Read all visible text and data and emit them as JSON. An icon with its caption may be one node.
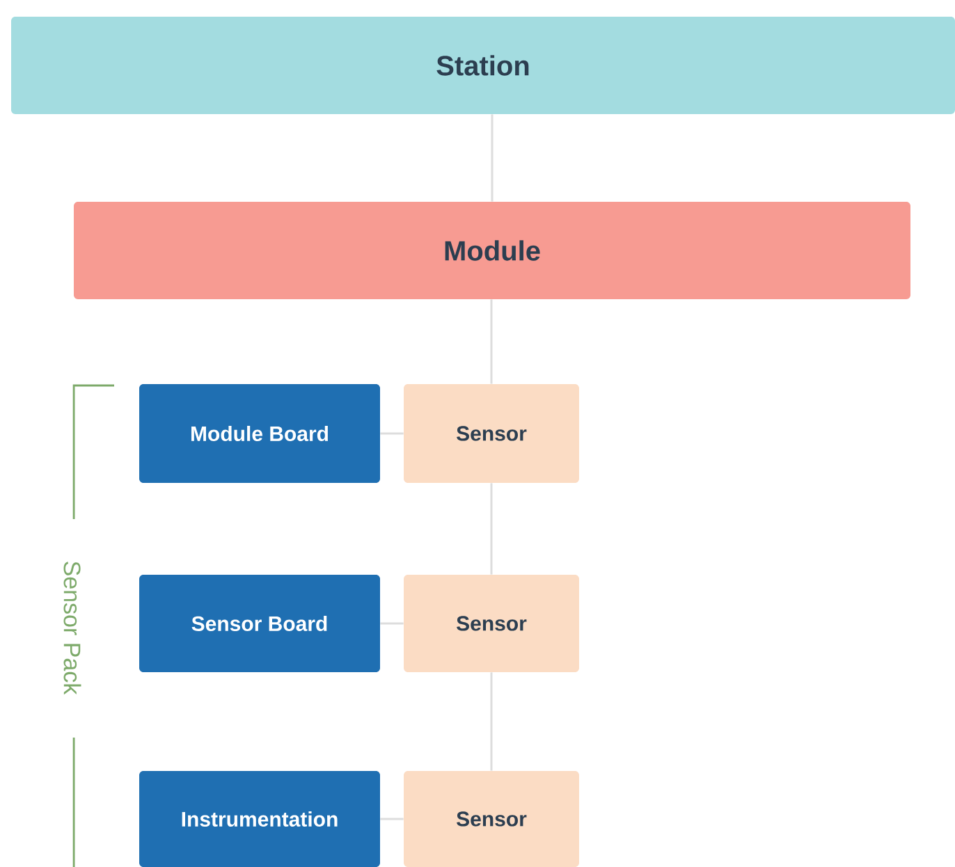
{
  "diagram": {
    "nodes": [
      {
        "text": [
          "Station"
        ]
      },
      {
        "text": [
          "Module"
        ]
      },
      {
        "text": [
          "Module Board"
        ]
      },
      {
        "text": [
          "Sensor"
        ]
      },
      {
        "text": [
          "Sensor Board"
        ]
      },
      {
        "text": [
          "Sensor"
        ]
      },
      {
        "text": [
          "Instrumentation"
        ]
      },
      {
        "text": [
          "Sensor"
        ]
      }
    ],
    "edges": [
      {
        "from": 0,
        "to": 1,
        "arrow": "none"
      },
      {
        "from": 1,
        "to": 3,
        "arrow": "none"
      },
      {
        "from": 2,
        "to": 3,
        "arrow": "none"
      },
      {
        "from": 3,
        "to": 5,
        "arrow": "none"
      },
      {
        "from": 4,
        "to": 5,
        "arrow": "none"
      },
      {
        "from": 5,
        "to": 7,
        "arrow": "none"
      },
      {
        "from": 6,
        "to": 7,
        "arrow": "none"
      }
    ],
    "labels": [
      "Sensor Pack"
    ]
  }
}
